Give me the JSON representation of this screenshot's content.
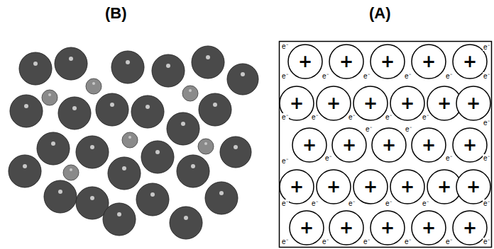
{
  "diagram": {
    "nodes": [
      {
        "text": [
          "+"
        ]
      },
      {
        "text": [
          "+"
        ]
      },
      {
        "text": [
          "+"
        ]
      },
      {
        "text": [
          "+"
        ]
      },
      {
        "text": [
          "+"
        ]
      },
      {
        "text": [
          "+"
        ]
      },
      {
        "text": [
          "+"
        ]
      },
      {
        "text": [
          "+"
        ]
      },
      {
        "text": [
          "+"
        ]
      },
      {
        "text": [
          "+"
        ]
      },
      {
        "text": [
          "+"
        ]
      },
      {
        "text": [
          "+"
        ]
      },
      {
        "text": [
          "+"
        ]
      },
      {
        "text": [
          "+"
        ]
      },
      {
        "text": [
          "+"
        ]
      },
      {
        "text": [
          "+"
        ]
      },
      {
        "text": [
          "+"
        ]
      },
      {
        "text": [
          "+"
        ]
      },
      {
        "text": [
          "+"
        ]
      },
      {
        "text": [
          "+"
        ]
      },
      {
        "text": [
          "+"
        ]
      },
      {
        "text": [
          "+"
        ]
      },
      {
        "text": [
          "+"
        ]
      },
      {
        "text": [
          "+"
        ]
      },
      {
        "text": [
          "+"
        ]
      },
      {
        "text": [
          "+"
        ]
      },
      {
        "text": [
          "+"
        ]
      }
    ],
    "labels": [
      "(B)",
      "(A)",
      "e⁻",
      "e⁻",
      "e⁻",
      "e⁻",
      "e⁻",
      "e⁻",
      "e⁻",
      "e⁻",
      "e⁻",
      "e⁻",
      "e⁻",
      "e⁻",
      "e⁻",
      "e⁻",
      "e⁻",
      "e⁻",
      "e⁻",
      "e⁻",
      "e⁻",
      "e⁻",
      "e⁻",
      "e⁻",
      "e⁻",
      "e⁻",
      "e⁻",
      "e⁻",
      "e⁻",
      "e⁻",
      "e⁻",
      "e⁻",
      "e⁻",
      "e⁻"
    ]
  }
}
